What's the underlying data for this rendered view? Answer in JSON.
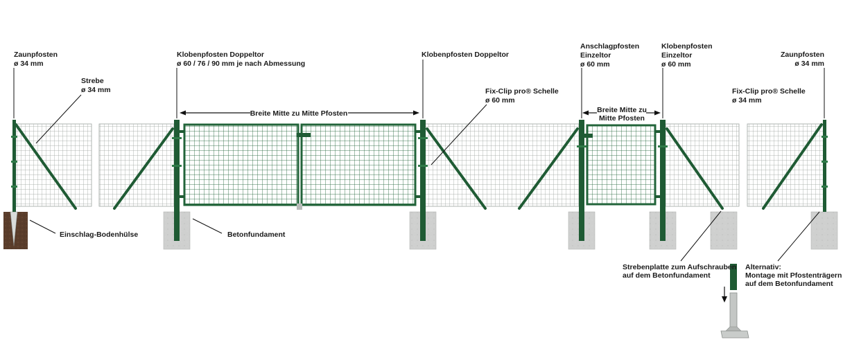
{
  "colors": {
    "post": "#1f5b34",
    "post_light": "#2f7a48",
    "mesh": "#9aa39d",
    "gate_frame": "#22643a",
    "gate_mesh": "#2d6d43",
    "concrete": "#cfd0cf",
    "soil": "#5a3d2b",
    "text": "#1a1a1a"
  },
  "labels": {
    "zaunpfosten_left": [
      "Zaunpfosten",
      "ø 34 mm"
    ],
    "strebe": [
      "Strebe",
      "ø 34 mm"
    ],
    "klobenpfosten_doppeltor_left": [
      "Klobenpfosten Doppeltor",
      "ø 60 / 76 / 90 mm je nach Abmessung"
    ],
    "klobenpfosten_doppeltor_right": [
      "Klobenpfosten Doppeltor"
    ],
    "fixclip_60": [
      "Fix-Clip pro® Schelle",
      "ø 60 mm"
    ],
    "anschlagpfosten": [
      "Anschlagpfosten",
      "Einzeltor",
      "ø 60 mm"
    ],
    "klobenpfosten_einzeltor": [
      "Klobenpfosten",
      "Einzeltor",
      "ø 60 mm"
    ],
    "zaunpfosten_right": [
      "Zaunpfosten",
      "ø 34 mm"
    ],
    "fixclip_34": [
      "Fix-Clip pro® Schelle",
      "ø 34 mm"
    ],
    "breite_doppeltor": [
      "Breite Mitte zu Mitte Pfosten"
    ],
    "breite_einzeltor": [
      "Breite Mitte zu",
      "Mitte Pfosten"
    ],
    "bodenhuelse": [
      "Einschlag-Bodenhülse"
    ],
    "betonfundament": [
      "Betonfundament"
    ],
    "strebenplatte": [
      "Strebenplatte zum Aufschrauben",
      "auf dem Betonfundament"
    ],
    "alternativ": [
      "Alternativ:",
      "Montage mit Pfostenträgern",
      "auf dem Betonfundament"
    ]
  }
}
